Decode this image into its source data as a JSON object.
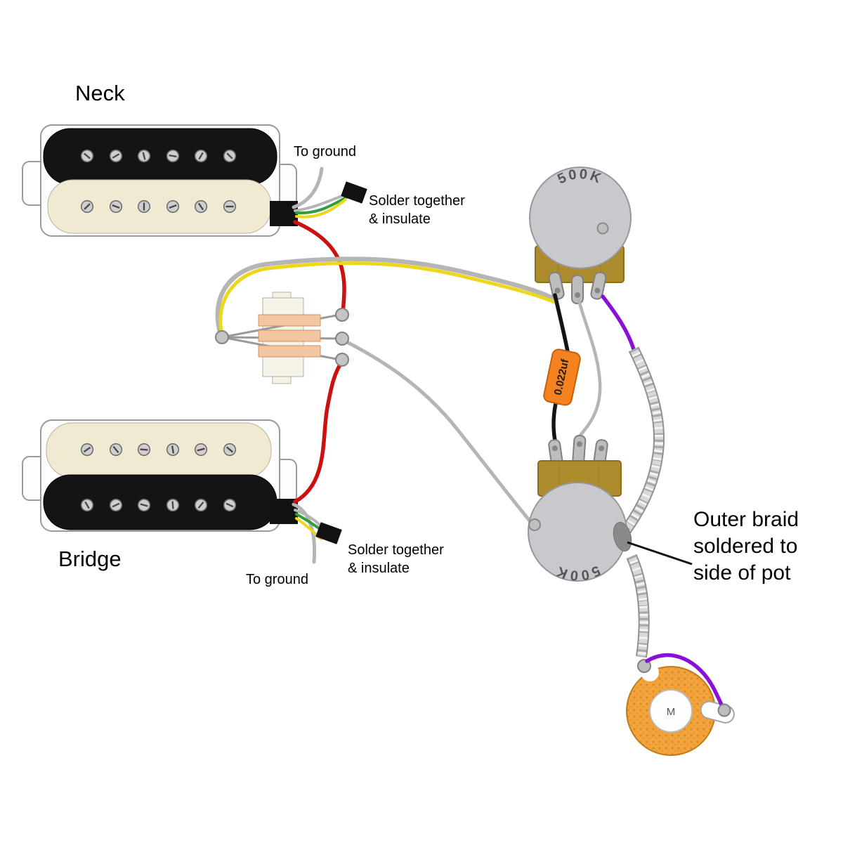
{
  "labels": {
    "neck_title": "Neck",
    "bridge_title": "Bridge",
    "neck_ground": "To ground",
    "bridge_ground": "To ground",
    "neck_solder_line1": "Solder together",
    "neck_solder_line2": "& insulate",
    "bridge_solder_line1": "Solder together",
    "bridge_solder_line2": "& insulate",
    "volume_pot_value": "500K",
    "tone_pot_value": "500K",
    "capacitor_value": "0.022uf",
    "braid_note_line1": "Outer braid",
    "braid_note_line2": "soldered to",
    "braid_note_line3": "side of pot",
    "jack_letter": "M"
  },
  "colors": {
    "wire_red": "#cc1111",
    "wire_yellow": "#ecd71c",
    "wire_green": "#2f9e3c",
    "wire_gray": "#b5b5b5",
    "wire_black": "#141414",
    "wire_purple": "#8a10d8",
    "braid_base": "#d8d8d8",
    "capacitor_body": "#f5821f",
    "pot_body": "#c9c9cd",
    "pot_base": "#ad8c2e",
    "jack_body": "#f2a33c",
    "pickup_black": "#141414",
    "pickup_cream": "#f0ead3"
  }
}
